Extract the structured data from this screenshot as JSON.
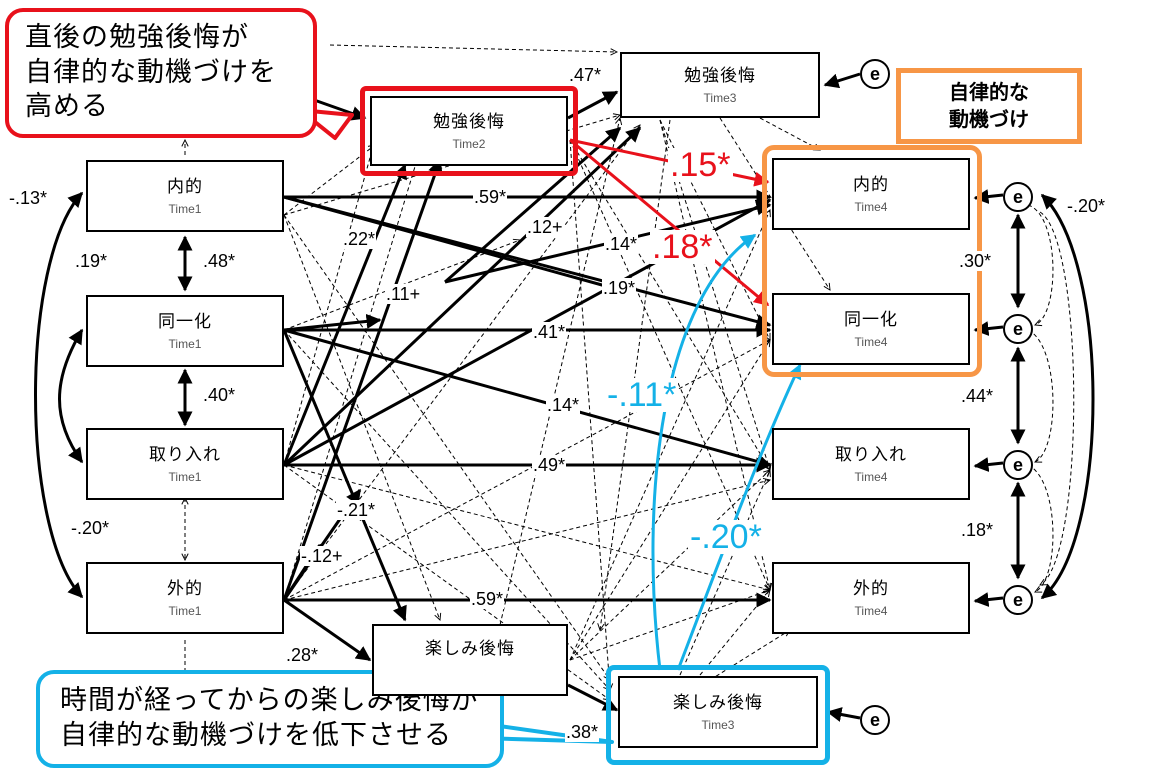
{
  "colors": {
    "red": "#e8111b",
    "orange": "#f79646",
    "blue": "#14b1e7",
    "black": "#000000"
  },
  "nodes": {
    "benkyo2": {
      "label": "勉強後悔",
      "time": "Time2"
    },
    "benkyo3": {
      "label": "勉強後悔",
      "time": "Time3"
    },
    "naiteki1": {
      "label": "内的",
      "time": "Time1"
    },
    "doitsu1": {
      "label": "同一化",
      "time": "Time1"
    },
    "toriire1": {
      "label": "取り入れ",
      "time": "Time1"
    },
    "gaiteki1": {
      "label": "外的",
      "time": "Time1"
    },
    "naiteki4": {
      "label": "内的",
      "time": "Time4"
    },
    "doitsu4": {
      "label": "同一化",
      "time": "Time4"
    },
    "toriire4": {
      "label": "取り入れ",
      "time": "Time4"
    },
    "gaiteki4": {
      "label": "外的",
      "time": "Time4"
    },
    "tanoshimi2": {
      "label": "楽しみ後悔"
    },
    "tanoshimi3": {
      "label": "楽しみ後悔",
      "time": "Time3"
    }
  },
  "error_label": "e",
  "coefficients": {
    "c1": "-.13*",
    "c2": ".19*",
    "c3": ".48*",
    "c4": ".40*",
    "c5": "-.20*",
    "c6": ".47*",
    "c7": ".59*",
    "c8": ".22*",
    "c9": ".12+",
    "c10": ".14*",
    "c11": ".11+",
    "c12": ".19*",
    "c13": ".41*",
    "c14": ".14*",
    "c15": ".49*",
    "c16": "-.21*",
    "c17": "-.12+",
    "c18": ".59*",
    "c19": ".28*",
    "c20": ".38*",
    "c21": ".30*",
    "c22": ".44*",
    "c23": ".18*",
    "c24": "-.20*"
  },
  "highlight_coefficients": {
    "h1": ".15*",
    "h2": ".18*",
    "h3": "-.11*",
    "h4": "-.20*"
  },
  "callouts": {
    "top": {
      "line1": "直後の勉強後悔が",
      "line2": "自律的な動機づけを",
      "line3": "高める"
    },
    "bottom": {
      "line1": "時間が経ってからの楽しみ後悔が",
      "line2": "自律的な動機づけを低下させる"
    }
  },
  "legend": {
    "line1": "自律的な",
    "line2": "動機づけ"
  }
}
